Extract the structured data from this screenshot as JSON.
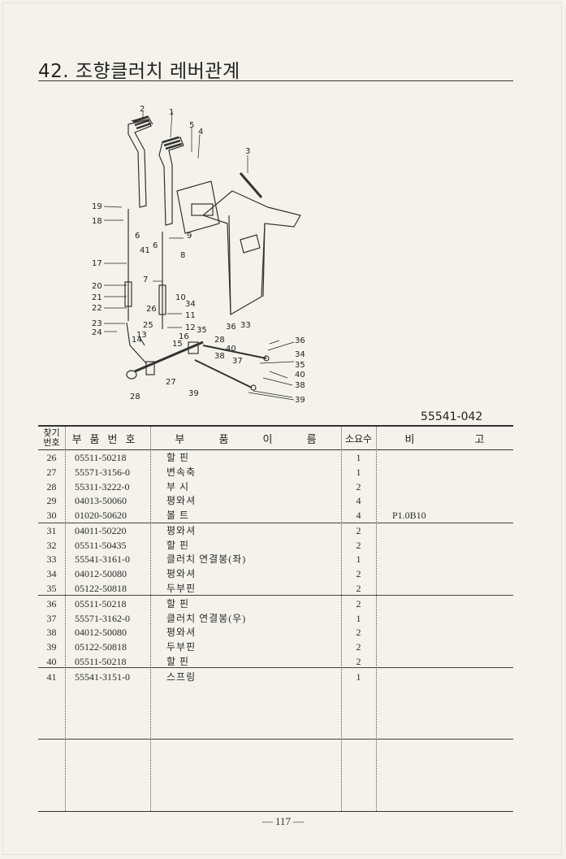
{
  "page": {
    "title": "42.  조향클러치  레버관계",
    "ref_code": "55541-042",
    "page_number": "— 117 —"
  },
  "table": {
    "headers": {
      "no_line1": "찾기",
      "no_line2": "번호",
      "part_number": "부품번호",
      "part_name": "부 품 이 름",
      "qty": "소요수",
      "remarks": "비 고"
    },
    "rows": [
      {
        "no": "26",
        "part_number": "05511-50218",
        "name": "할  핀",
        "qty": "1",
        "remarks": ""
      },
      {
        "no": "27",
        "part_number": "55571-3156-0",
        "name": "변속축",
        "qty": "1",
        "remarks": ""
      },
      {
        "no": "28",
        "part_number": "55311-3222-0",
        "name": "부  시",
        "qty": "2",
        "remarks": ""
      },
      {
        "no": "29",
        "part_number": "04013-50060",
        "name": "평와셔",
        "qty": "4",
        "remarks": ""
      },
      {
        "no": "30",
        "part_number": "01020-50620",
        "name": "볼  트",
        "qty": "4",
        "remarks": "P1.0B10"
      },
      {
        "no": "31",
        "part_number": "04011-50220",
        "name": "평와셔",
        "qty": "2",
        "remarks": ""
      },
      {
        "no": "32",
        "part_number": "05511-50435",
        "name": "할  핀",
        "qty": "2",
        "remarks": ""
      },
      {
        "no": "33",
        "part_number": "55541-3161-0",
        "name": "클러치 연결봉(좌)",
        "qty": "1",
        "remarks": ""
      },
      {
        "no": "34",
        "part_number": "04012-50080",
        "name": "평와셔",
        "qty": "2",
        "remarks": ""
      },
      {
        "no": "35",
        "part_number": "05122-50818",
        "name": "두부핀",
        "qty": "2",
        "remarks": ""
      },
      {
        "no": "36",
        "part_number": "05511-50218",
        "name": "할  핀",
        "qty": "2",
        "remarks": ""
      },
      {
        "no": "37",
        "part_number": "55571-3162-0",
        "name": "클러치 연결봉(우)",
        "qty": "1",
        "remarks": ""
      },
      {
        "no": "38",
        "part_number": "04012-50080",
        "name": "평와셔",
        "qty": "2",
        "remarks": ""
      },
      {
        "no": "39",
        "part_number": "05122-50818",
        "name": "두부핀",
        "qty": "2",
        "remarks": ""
      },
      {
        "no": "40",
        "part_number": "05511-50218",
        "name": "할  핀",
        "qty": "2",
        "remarks": ""
      },
      {
        "no": "41",
        "part_number": "55541-3151-0",
        "name": "스프링",
        "qty": "1",
        "remarks": ""
      }
    ]
  },
  "diagram_callouts": [
    "1",
    "2",
    "3",
    "4",
    "5",
    "6",
    "6",
    "7",
    "8",
    "9",
    "10",
    "11",
    "12",
    "13",
    "14",
    "15",
    "16",
    "17",
    "18",
    "19",
    "20",
    "21",
    "22",
    "23",
    "24",
    "25",
    "26",
    "27",
    "28",
    "28",
    "33",
    "34",
    "34",
    "35",
    "35",
    "36",
    "36",
    "37",
    "38",
    "38",
    "39",
    "39",
    "40",
    "40",
    "41"
  ]
}
